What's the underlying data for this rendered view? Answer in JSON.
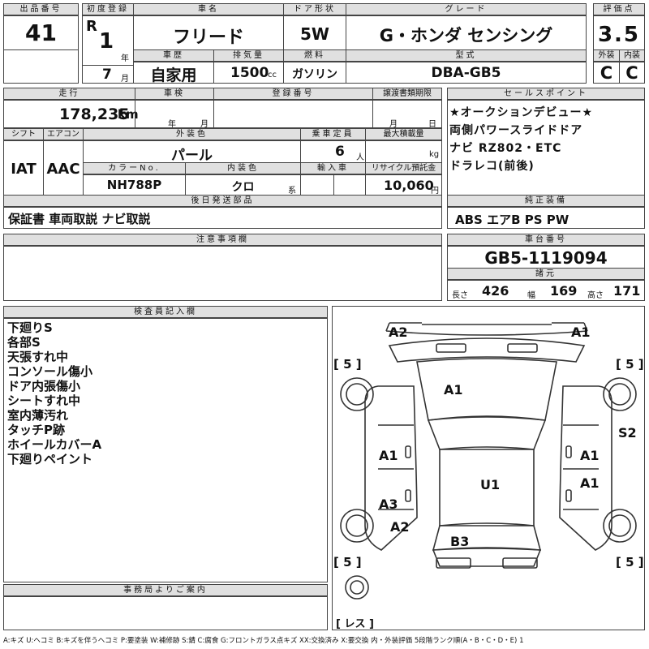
{
  "headers": {
    "lot_no": "出品番号",
    "first_reg": "初度登録",
    "car_name": "車名",
    "door": "ドア形状",
    "grade": "グレード",
    "score": "評価点",
    "history": "車歴",
    "displacement": "排気量",
    "fuel": "燃料",
    "model_code": "型式",
    "exterior": "外装",
    "interior": "内装",
    "mileage": "走行",
    "inspection": "車検",
    "reg_no": "登録番号",
    "transfer": "譲渡書類期限",
    "sales_point": "セールスポイント",
    "shift": "シフト",
    "aircon": "エアコン",
    "ext_color": "外装色",
    "capacity": "乗車定員",
    "max_load": "最大積載量",
    "color_no": "カラーNo.",
    "int_color": "内装色",
    "import": "輸入車",
    "recycle": "リサイクル預託金",
    "later_parts": "後日発送部品",
    "genuine": "純正装備",
    "notes": "注意事項欄",
    "chassis": "車台番号",
    "dims": "諸元",
    "inspector": "検査員記入欄",
    "office": "事務局よりご案内"
  },
  "values": {
    "lot_no": "41",
    "era": "R",
    "year": "1",
    "year_unit": "年",
    "month": "7",
    "month_unit": "月",
    "car_name": "フリード",
    "door": "5W",
    "grade": "G・ホンダ センシング",
    "score": "3.5",
    "history": "自家用",
    "displacement": "1500",
    "displacement_unit": "cc",
    "fuel": "ガソリン",
    "model_code": "DBA-GB5",
    "exterior_grade": "C",
    "interior_grade": "C",
    "mileage": "178,235",
    "mileage_unit": "km",
    "inspection_year": "年",
    "inspection_month": "月",
    "transfer_month": "月",
    "transfer_day": "日",
    "shift": "IAT",
    "aircon": "AAC",
    "ext_color": "パール",
    "capacity": "6",
    "capacity_unit": "人",
    "load_unit": "kg",
    "color_no": "NH788P",
    "int_color": "クロ",
    "int_color_unit": "系",
    "recycle": "10,060",
    "recycle_unit": "円",
    "later_parts": "保証書 車両取説 ナビ取説",
    "genuine": "ABS エアB PS PW",
    "chassis": "GB5-1119094",
    "len_label": "長さ",
    "len": "426",
    "wid_label": "幅",
    "wid": "169",
    "hgt_label": "高さ",
    "hgt": "171"
  },
  "sales_points": [
    "★オークションデビュー★",
    "両側パワースライドドア",
    "ナビ RZ802・ETC",
    "ドラレコ(前後)"
  ],
  "inspector_notes": [
    "下廻りS",
    "各部S",
    "天張すれ中",
    "コンソール傷小",
    "ドア内張傷小",
    "シートすれ中",
    "室内薄汚れ",
    "タッチP跡",
    "ホイールカバーA",
    "下廻りペイント"
  ],
  "diagram_marks": {
    "front_left": "A2",
    "front_right": "A1",
    "hood": "A1",
    "left_front_door": "A1",
    "right_front_door": "A1",
    "right_rear_door": "A1",
    "right_side": "S2",
    "roof": "U1",
    "left_rear_door": "A3",
    "left_rear_quarter": "A2",
    "rear": "B3",
    "tire_fl": "[ 5 ]",
    "tire_fr": "[ 5 ]",
    "tire_rl": "[ 5 ]",
    "tire_rr": "[ 5 ]",
    "spare": "[ レス ]"
  },
  "legend": "A:キズ U:ヘコミ B:キズを伴うヘコミ P:要塗装 W:補修跡 S:錆 C:腐食 G:フロントガラス点キズ XX:交換済み X:要交換 内・外装評価 5段階ランク順(A・B・C・D・E) 1"
}
